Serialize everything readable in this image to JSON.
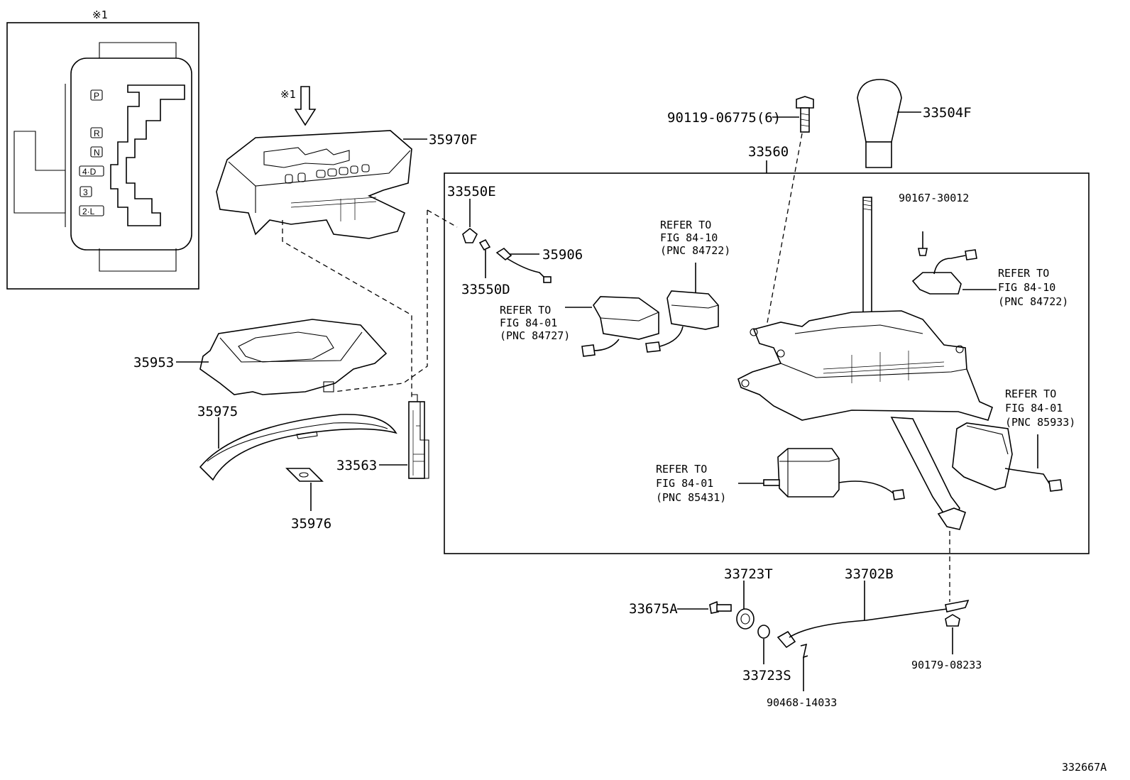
{
  "diagram_id": "332667A",
  "note_marker": "※1",
  "shift_gate": {
    "positions": [
      "P",
      "R",
      "N",
      "4·D",
      "3",
      "2·L"
    ]
  },
  "callouts": {
    "c35970F": "35970F",
    "c35953": "35953",
    "c35975": "35975",
    "c35976": "35976",
    "c33563": "33563",
    "c33550E": "33550E",
    "c33550D": "33550D",
    "c35906": "35906",
    "c33560": "33560",
    "c33504F": "33504F",
    "c90119": "90119-06775(6)",
    "c90167": "90167-30012",
    "c33723T": "33723T",
    "c33723S": "33723S",
    "c33675A": "33675A",
    "c33702B": "33702B",
    "c90179": "90179-08233",
    "c90468": "90468-14033"
  },
  "refers": [
    {
      "line1": "REFER TO",
      "line2": "FIG 84-10",
      "line3": "(PNC 84722)"
    },
    {
      "line1": "REFER TO",
      "line2": "FIG 84-01",
      "line3": "(PNC 84727)"
    },
    {
      "line1": "REFER TO",
      "line2": "FIG 84-10",
      "line3": "(PNC 84722)"
    },
    {
      "line1": "REFER TO",
      "line2": "FIG 84-01",
      "line3": "(PNC 85933)"
    },
    {
      "line1": "REFER TO",
      "line2": "FIG 84-01",
      "line3": "(PNC 85431)"
    }
  ]
}
